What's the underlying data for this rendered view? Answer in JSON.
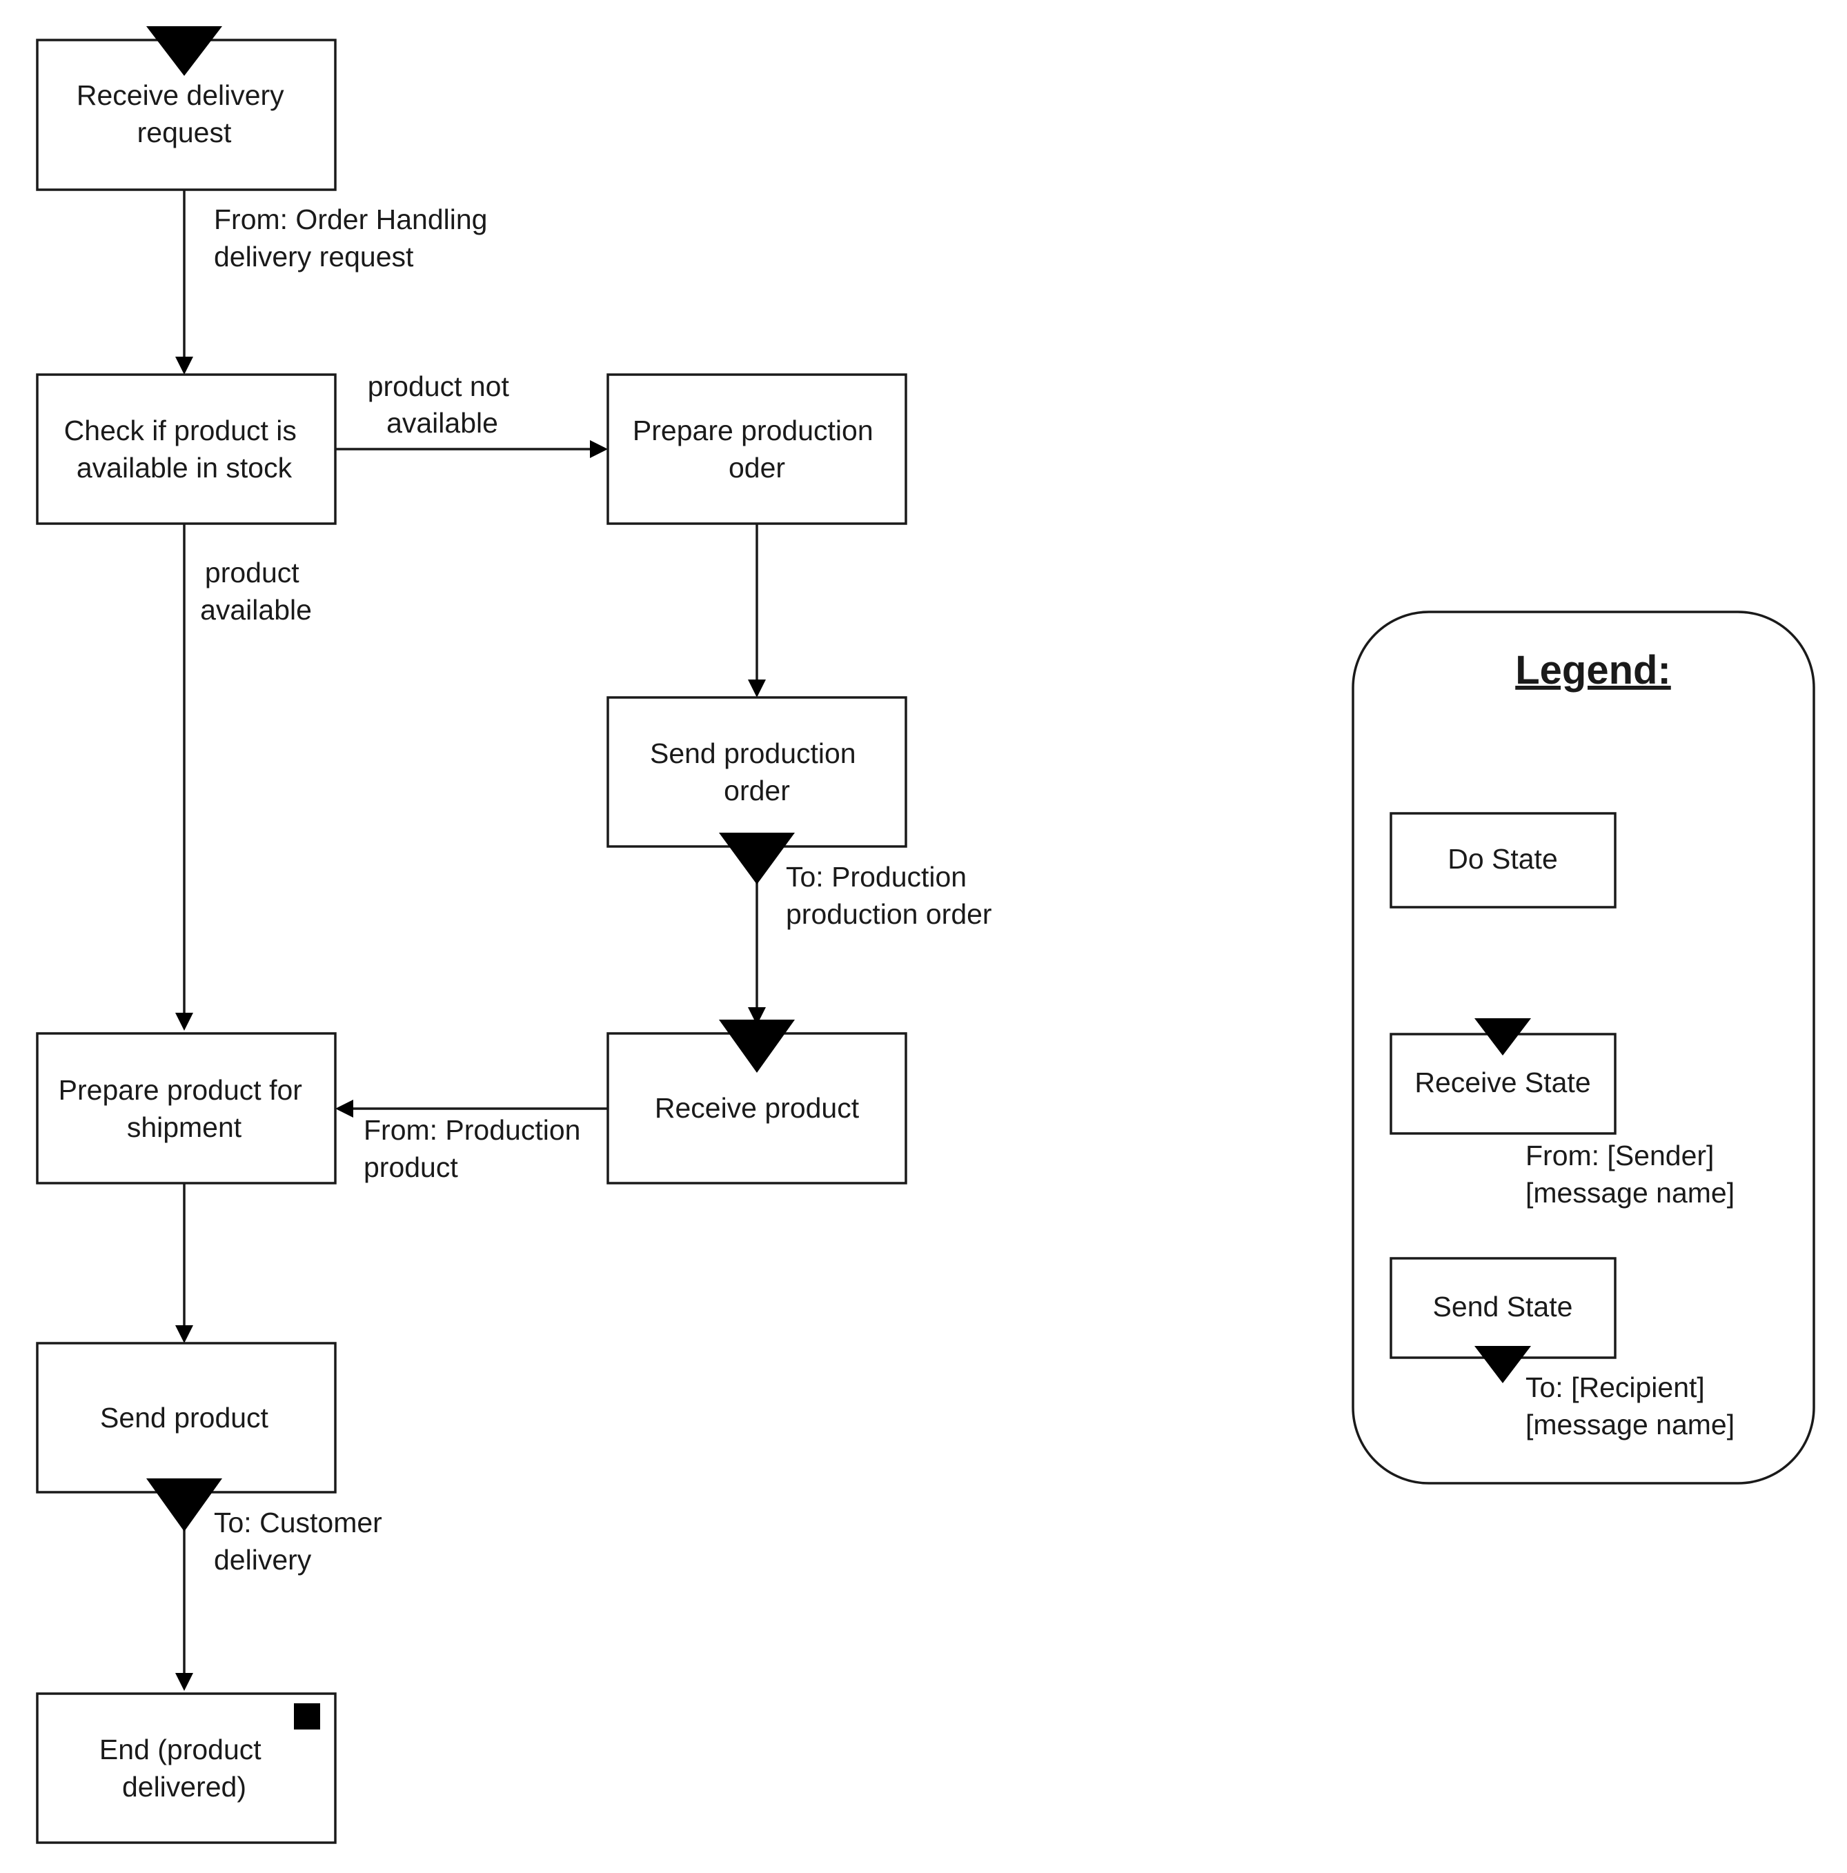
{
  "colors": {
    "stroke": "#1a1a1a",
    "fill": "#ffffff",
    "marker": "#000000"
  },
  "nodes": {
    "receive_request": {
      "kind": "receive-state",
      "lines": [
        "Receive delivery",
        "request"
      ]
    },
    "check_stock": {
      "kind": "do-state",
      "lines": [
        "Check if product is",
        "available in stock"
      ]
    },
    "prepare_order": {
      "kind": "do-state",
      "lines": [
        "Prepare production",
        "oder"
      ]
    },
    "send_order": {
      "kind": "send-state",
      "lines": [
        "Send production",
        "order"
      ]
    },
    "receive_product": {
      "kind": "receive-state",
      "lines": [
        "Receive product"
      ]
    },
    "prepare_shipment": {
      "kind": "do-state",
      "lines": [
        "Prepare product for",
        "shipment"
      ]
    },
    "send_product": {
      "kind": "send-state",
      "lines": [
        "Send product"
      ]
    },
    "end": {
      "kind": "end-state",
      "lines": [
        "End (product",
        "delivered)"
      ]
    }
  },
  "edges": {
    "receive_to_check": {
      "label": [
        "From: Order Handling",
        "delivery request"
      ]
    },
    "check_to_prepare_order": {
      "label": [
        "product not",
        "available"
      ]
    },
    "check_to_prepare_shipment": {
      "label": [
        "product",
        "available"
      ]
    },
    "prepare_order_to_send_order": {
      "label": []
    },
    "send_order_to_receive_product": {
      "label": [
        "To: Production",
        "production order"
      ]
    },
    "receive_product_to_prepare_shipment": {
      "label": [
        "From: Production",
        "product"
      ]
    },
    "prepare_shipment_to_send_product": {
      "label": []
    },
    "send_product_to_end": {
      "label": [
        "To: Customer",
        "delivery"
      ]
    }
  },
  "legend": {
    "title": "Legend:",
    "do_state": "Do State",
    "receive_state": "Receive State",
    "receive_note": [
      "From: [Sender]",
      "[message name]"
    ],
    "send_state": "Send State",
    "send_note": [
      "To: [Recipient]",
      "[message name]"
    ]
  }
}
